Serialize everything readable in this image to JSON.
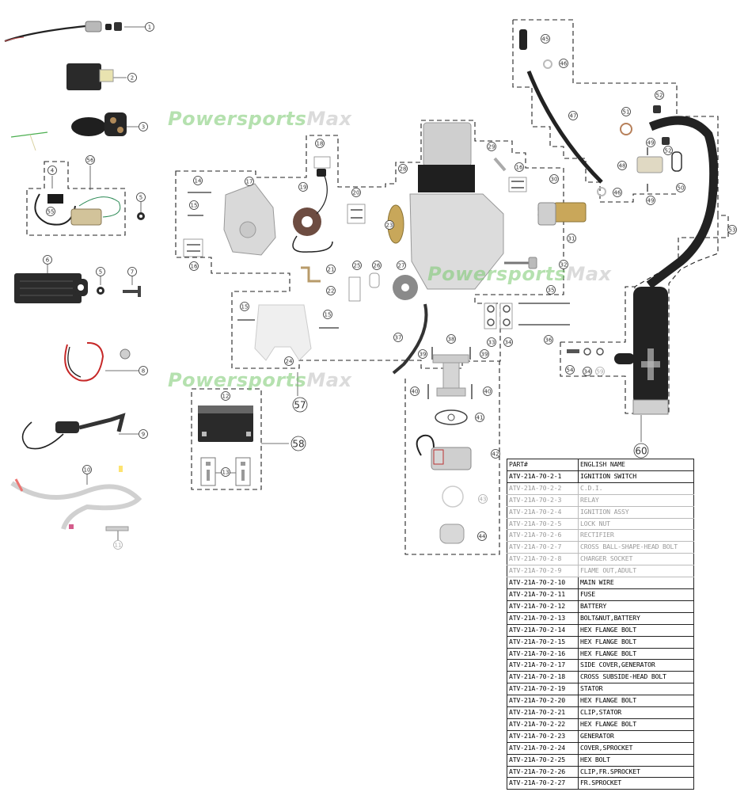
{
  "watermark": {
    "part1": "Powersports",
    "part2": "Max"
  },
  "table": {
    "headers": [
      "PART#",
      "ENGLISH NAME"
    ],
    "rows": [
      {
        "part": "ATV-21A-70-2-1",
        "name": "IGNITION SWITCH",
        "faint": false
      },
      {
        "part": "ATV-21A-70-2-2",
        "name": "C.D.I.",
        "faint": true
      },
      {
        "part": "ATV-21A-70-2-3",
        "name": "RELAY",
        "faint": true
      },
      {
        "part": "ATV-21A-70-2-4",
        "name": "IGNITION ASSY",
        "faint": true
      },
      {
        "part": "ATV-21A-70-2-5",
        "name": "LOCK NUT",
        "faint": true
      },
      {
        "part": "ATV-21A-70-2-6",
        "name": "RECTIFIER",
        "faint": true
      },
      {
        "part": "ATV-21A-70-2-7",
        "name": "CROSS BALL-SHAPE-HEAD BOLT",
        "faint": true
      },
      {
        "part": "ATV-21A-70-2-8",
        "name": "CHARGER SOCKET",
        "faint": true
      },
      {
        "part": "ATV-21A-70-2-9",
        "name": "FLAME OUT,ADULT",
        "faint": true
      },
      {
        "part": "ATV-21A-70-2-10",
        "name": "MAIN WIRE",
        "faint": false
      },
      {
        "part": "ATV-21A-70-2-11",
        "name": "FUSE",
        "faint": false
      },
      {
        "part": "ATV-21A-70-2-12",
        "name": "BATTERY",
        "faint": false
      },
      {
        "part": "ATV-21A-70-2-13",
        "name": "BOLT&NUT,BATTERY",
        "faint": false
      },
      {
        "part": "ATV-21A-70-2-14",
        "name": "HEX FLANGE BOLT",
        "faint": false
      },
      {
        "part": "ATV-21A-70-2-15",
        "name": "HEX FLANGE BOLT",
        "faint": false
      },
      {
        "part": "ATV-21A-70-2-16",
        "name": "HEX FLANGE BOLT",
        "faint": false
      },
      {
        "part": "ATV-21A-70-2-17",
        "name": "SIDE COVER,GENERATOR",
        "faint": false
      },
      {
        "part": "ATV-21A-70-2-18",
        "name": "CROSS SUBSIDE-HEAD BOLT",
        "faint": false
      },
      {
        "part": "ATV-21A-70-2-19",
        "name": "STATOR",
        "faint": false
      },
      {
        "part": "ATV-21A-70-2-20",
        "name": "HEX FLANGE BOLT",
        "faint": false
      },
      {
        "part": "ATV-21A-70-2-21",
        "name": "CLIP,STATOR",
        "faint": false
      },
      {
        "part": "ATV-21A-70-2-22",
        "name": "HEX FLANGE BOLT",
        "faint": false
      },
      {
        "part": "ATV-21A-70-2-23",
        "name": "GENERATOR",
        "faint": false
      },
      {
        "part": "ATV-21A-70-2-24",
        "name": "COVER,SPROCKET",
        "faint": false
      },
      {
        "part": "ATV-21A-70-2-25",
        "name": "HEX BOLT",
        "faint": false
      },
      {
        "part": "ATV-21A-70-2-26",
        "name": "CLIP,FR.SPROCKET",
        "faint": false
      },
      {
        "part": "ATV-21A-70-2-27",
        "name": "FR.SPROCKET",
        "faint": false
      }
    ]
  },
  "callouts": [
    {
      "id": "c1",
      "label": "1",
      "part": "ignition-switch"
    },
    {
      "id": "c2",
      "label": "2",
      "part": "cdi"
    },
    {
      "id": "c3",
      "label": "3",
      "part": "relay"
    },
    {
      "id": "c4",
      "label": "4",
      "part": "ignition-assy"
    },
    {
      "id": "c5a",
      "label": "5",
      "part": "lock-nut"
    },
    {
      "id": "c5b",
      "label": "5",
      "part": "lock-nut"
    },
    {
      "id": "c6",
      "label": "6",
      "part": "rectifier"
    },
    {
      "id": "c7",
      "label": "7",
      "part": "cross-ball-head-bolt"
    },
    {
      "id": "c8",
      "label": "8",
      "part": "charger-socket"
    },
    {
      "id": "c9",
      "label": "9",
      "part": "flame-out"
    },
    {
      "id": "c10",
      "label": "10",
      "part": "main-wire"
    },
    {
      "id": "c11",
      "label": "11",
      "part": "fuse"
    },
    {
      "id": "c12",
      "label": "12",
      "part": "battery"
    },
    {
      "id": "c13",
      "label": "13",
      "part": "battery-bolt-nut"
    },
    {
      "id": "c14",
      "label": "14",
      "part": "hex-flange-bolt"
    },
    {
      "id": "c15a",
      "label": "15",
      "part": "hex-flange-bolt"
    },
    {
      "id": "c15b",
      "label": "15",
      "part": "hex-flange-bolt"
    },
    {
      "id": "c15c",
      "label": "15",
      "part": "hex-flange-bolt"
    },
    {
      "id": "c16a",
      "label": "16",
      "part": "hex-flange-bolt"
    },
    {
      "id": "c16b",
      "label": "16",
      "part": "hex-flange-bolt"
    },
    {
      "id": "c17",
      "label": "17",
      "part": "side-cover-generator"
    },
    {
      "id": "c18",
      "label": "18",
      "part": "cross-subside-head-bolt"
    },
    {
      "id": "c19",
      "label": "19",
      "part": "stator"
    },
    {
      "id": "c20",
      "label": "20",
      "part": "hex-flange-bolt"
    },
    {
      "id": "c21",
      "label": "21",
      "part": "clip-stator"
    },
    {
      "id": "c22",
      "label": "22",
      "part": "hex-flange-bolt"
    },
    {
      "id": "c23",
      "label": "23",
      "part": "generator"
    },
    {
      "id": "c24",
      "label": "24",
      "part": "cover-sprocket"
    },
    {
      "id": "c25",
      "label": "25",
      "part": "hex-bolt"
    },
    {
      "id": "c26",
      "label": "26",
      "part": "clip-fr-sprocket"
    },
    {
      "id": "c27",
      "label": "27",
      "part": "fr-sprocket"
    },
    {
      "id": "c28",
      "label": "28",
      "part": "engine"
    },
    {
      "id": "c29",
      "label": "29",
      "part": "spark-plug"
    },
    {
      "id": "c30",
      "label": "30",
      "part": "clip"
    },
    {
      "id": "c31",
      "label": "31",
      "part": "starter-motor"
    },
    {
      "id": "c32",
      "label": "32",
      "part": "oil-dipstick"
    },
    {
      "id": "c33",
      "label": "33",
      "part": "washer"
    },
    {
      "id": "c34a",
      "label": "34",
      "part": "washer"
    },
    {
      "id": "c34b",
      "label": "34",
      "part": "washer"
    },
    {
      "id": "c35",
      "label": "35",
      "part": "long-bolt"
    },
    {
      "id": "c36",
      "label": "36",
      "part": "long-bolt"
    },
    {
      "id": "c37",
      "label": "37",
      "part": "hose"
    },
    {
      "id": "c38",
      "label": "38",
      "part": "intake-manifold"
    },
    {
      "id": "c39a",
      "label": "39",
      "part": "bolt"
    },
    {
      "id": "c39b",
      "label": "39",
      "part": "bolt"
    },
    {
      "id": "c40a",
      "label": "40",
      "part": "bolt"
    },
    {
      "id": "c40b",
      "label": "40",
      "part": "bolt"
    },
    {
      "id": "c41",
      "label": "41",
      "part": "gasket"
    },
    {
      "id": "c42",
      "label": "42",
      "part": "carburetor"
    },
    {
      "id": "c43",
      "label": "43",
      "part": "clamp"
    },
    {
      "id": "c44",
      "label": "44",
      "part": "air-filter"
    },
    {
      "id": "c45",
      "label": "45",
      "part": "fuel-filter"
    },
    {
      "id": "c46a",
      "label": "46",
      "part": "hose-clip"
    },
    {
      "id": "c46b",
      "label": "46",
      "part": "hose-clip"
    },
    {
      "id": "c47",
      "label": "47",
      "part": "fuel-hose"
    },
    {
      "id": "c48",
      "label": "48",
      "part": "exhaust-flange"
    },
    {
      "id": "c49a",
      "label": "49",
      "part": "bolt"
    },
    {
      "id": "c49b",
      "label": "49",
      "part": "bolt"
    },
    {
      "id": "c50",
      "label": "50",
      "part": "exhaust-gasket"
    },
    {
      "id": "c51",
      "label": "51",
      "part": "exhaust-ring"
    },
    {
      "id": "c52a",
      "label": "52",
      "part": "nut"
    },
    {
      "id": "c52b",
      "label": "52",
      "part": "nut"
    },
    {
      "id": "c53",
      "label": "53",
      "part": "exhaust-pipe"
    },
    {
      "id": "c54",
      "label": "54",
      "part": "bolt"
    },
    {
      "id": "c55",
      "label": "55",
      "part": "spark-plug-cap"
    },
    {
      "id": "c56",
      "label": "56",
      "part": "ignition-coil"
    },
    {
      "id": "c57",
      "label": "57",
      "part": "engine-assembly"
    },
    {
      "id": "c58",
      "label": "58",
      "part": "battery-assembly"
    },
    {
      "id": "c59",
      "label": "59",
      "part": "washer"
    },
    {
      "id": "c60",
      "label": "60",
      "part": "muffler-assembly"
    }
  ]
}
